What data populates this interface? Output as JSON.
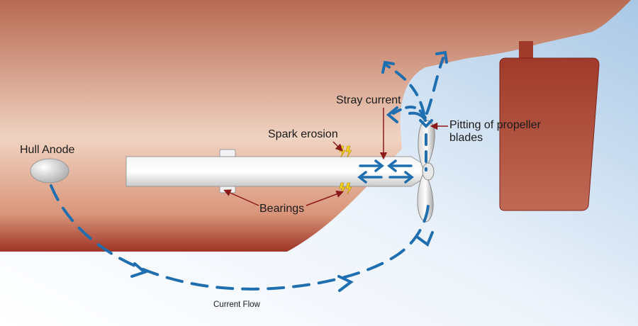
{
  "labels": {
    "hull_anode": "Hull Anode",
    "stray_current": "Stray current",
    "spark_erosion": "Spark erosion",
    "pitting": "Pitting of propeller\nblades",
    "bearings": "Bearings",
    "current_flow": "Current Flow"
  },
  "colors": {
    "hull_dark": "#b86a52",
    "hull_light": "#f0d3c1",
    "keel_band": "#9e3426",
    "water_light": "#ffffff",
    "water_blue": "#a9c8e6",
    "rudder": "#a03a2a",
    "current_arrow": "#1f6fb0",
    "leader_line": "#8b1a1a",
    "spark": "#f2d21a"
  },
  "icons": {
    "spark": "lightning-icon",
    "arrow": "current-arrow-icon"
  }
}
